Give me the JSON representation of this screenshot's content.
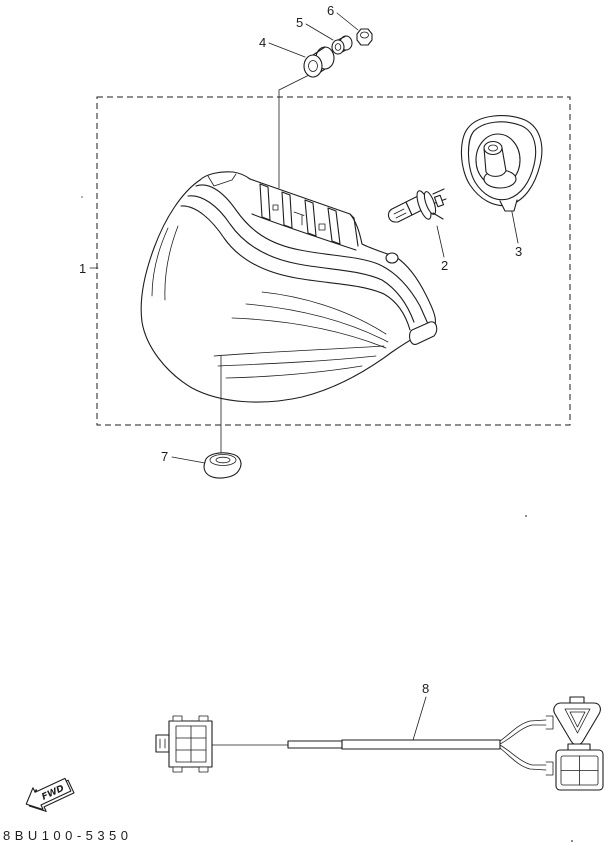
{
  "diagram": {
    "callouts": {
      "part_1": "1",
      "part_2": "2",
      "part_3": "3",
      "part_4": "4",
      "part_5": "5",
      "part_6": "6",
      "part_7": "7",
      "part_8": "8"
    },
    "fwd_arrow": {
      "label": "FWD"
    },
    "drawing_code": "8BU100-5350"
  }
}
